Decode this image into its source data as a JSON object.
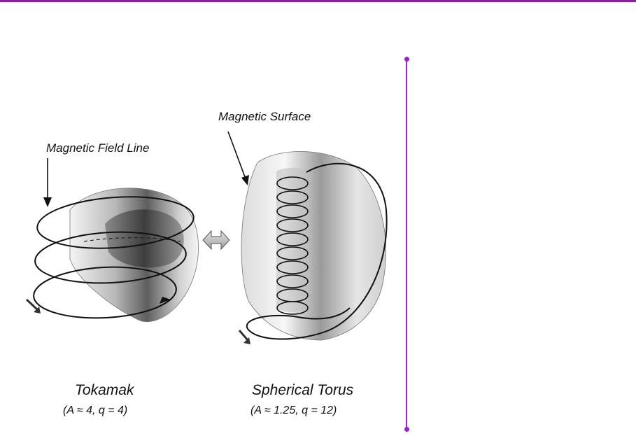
{
  "diagram": {
    "labels": {
      "field_line": "Magnetic Field Line",
      "surface": "Magnetic Surface"
    },
    "tokamak": {
      "name": "Tokamak",
      "params": "(A ≈ 4,  q = 4)"
    },
    "spherical_torus": {
      "name": "Spherical Torus",
      "params": "(A ≈ 1.25, q = 12)"
    },
    "colors": {
      "accent_line": "#8d1ea0",
      "divider": "#9b22d4"
    },
    "icons": [
      "double-arrow-icon",
      "direction-arrow-icon"
    ]
  }
}
